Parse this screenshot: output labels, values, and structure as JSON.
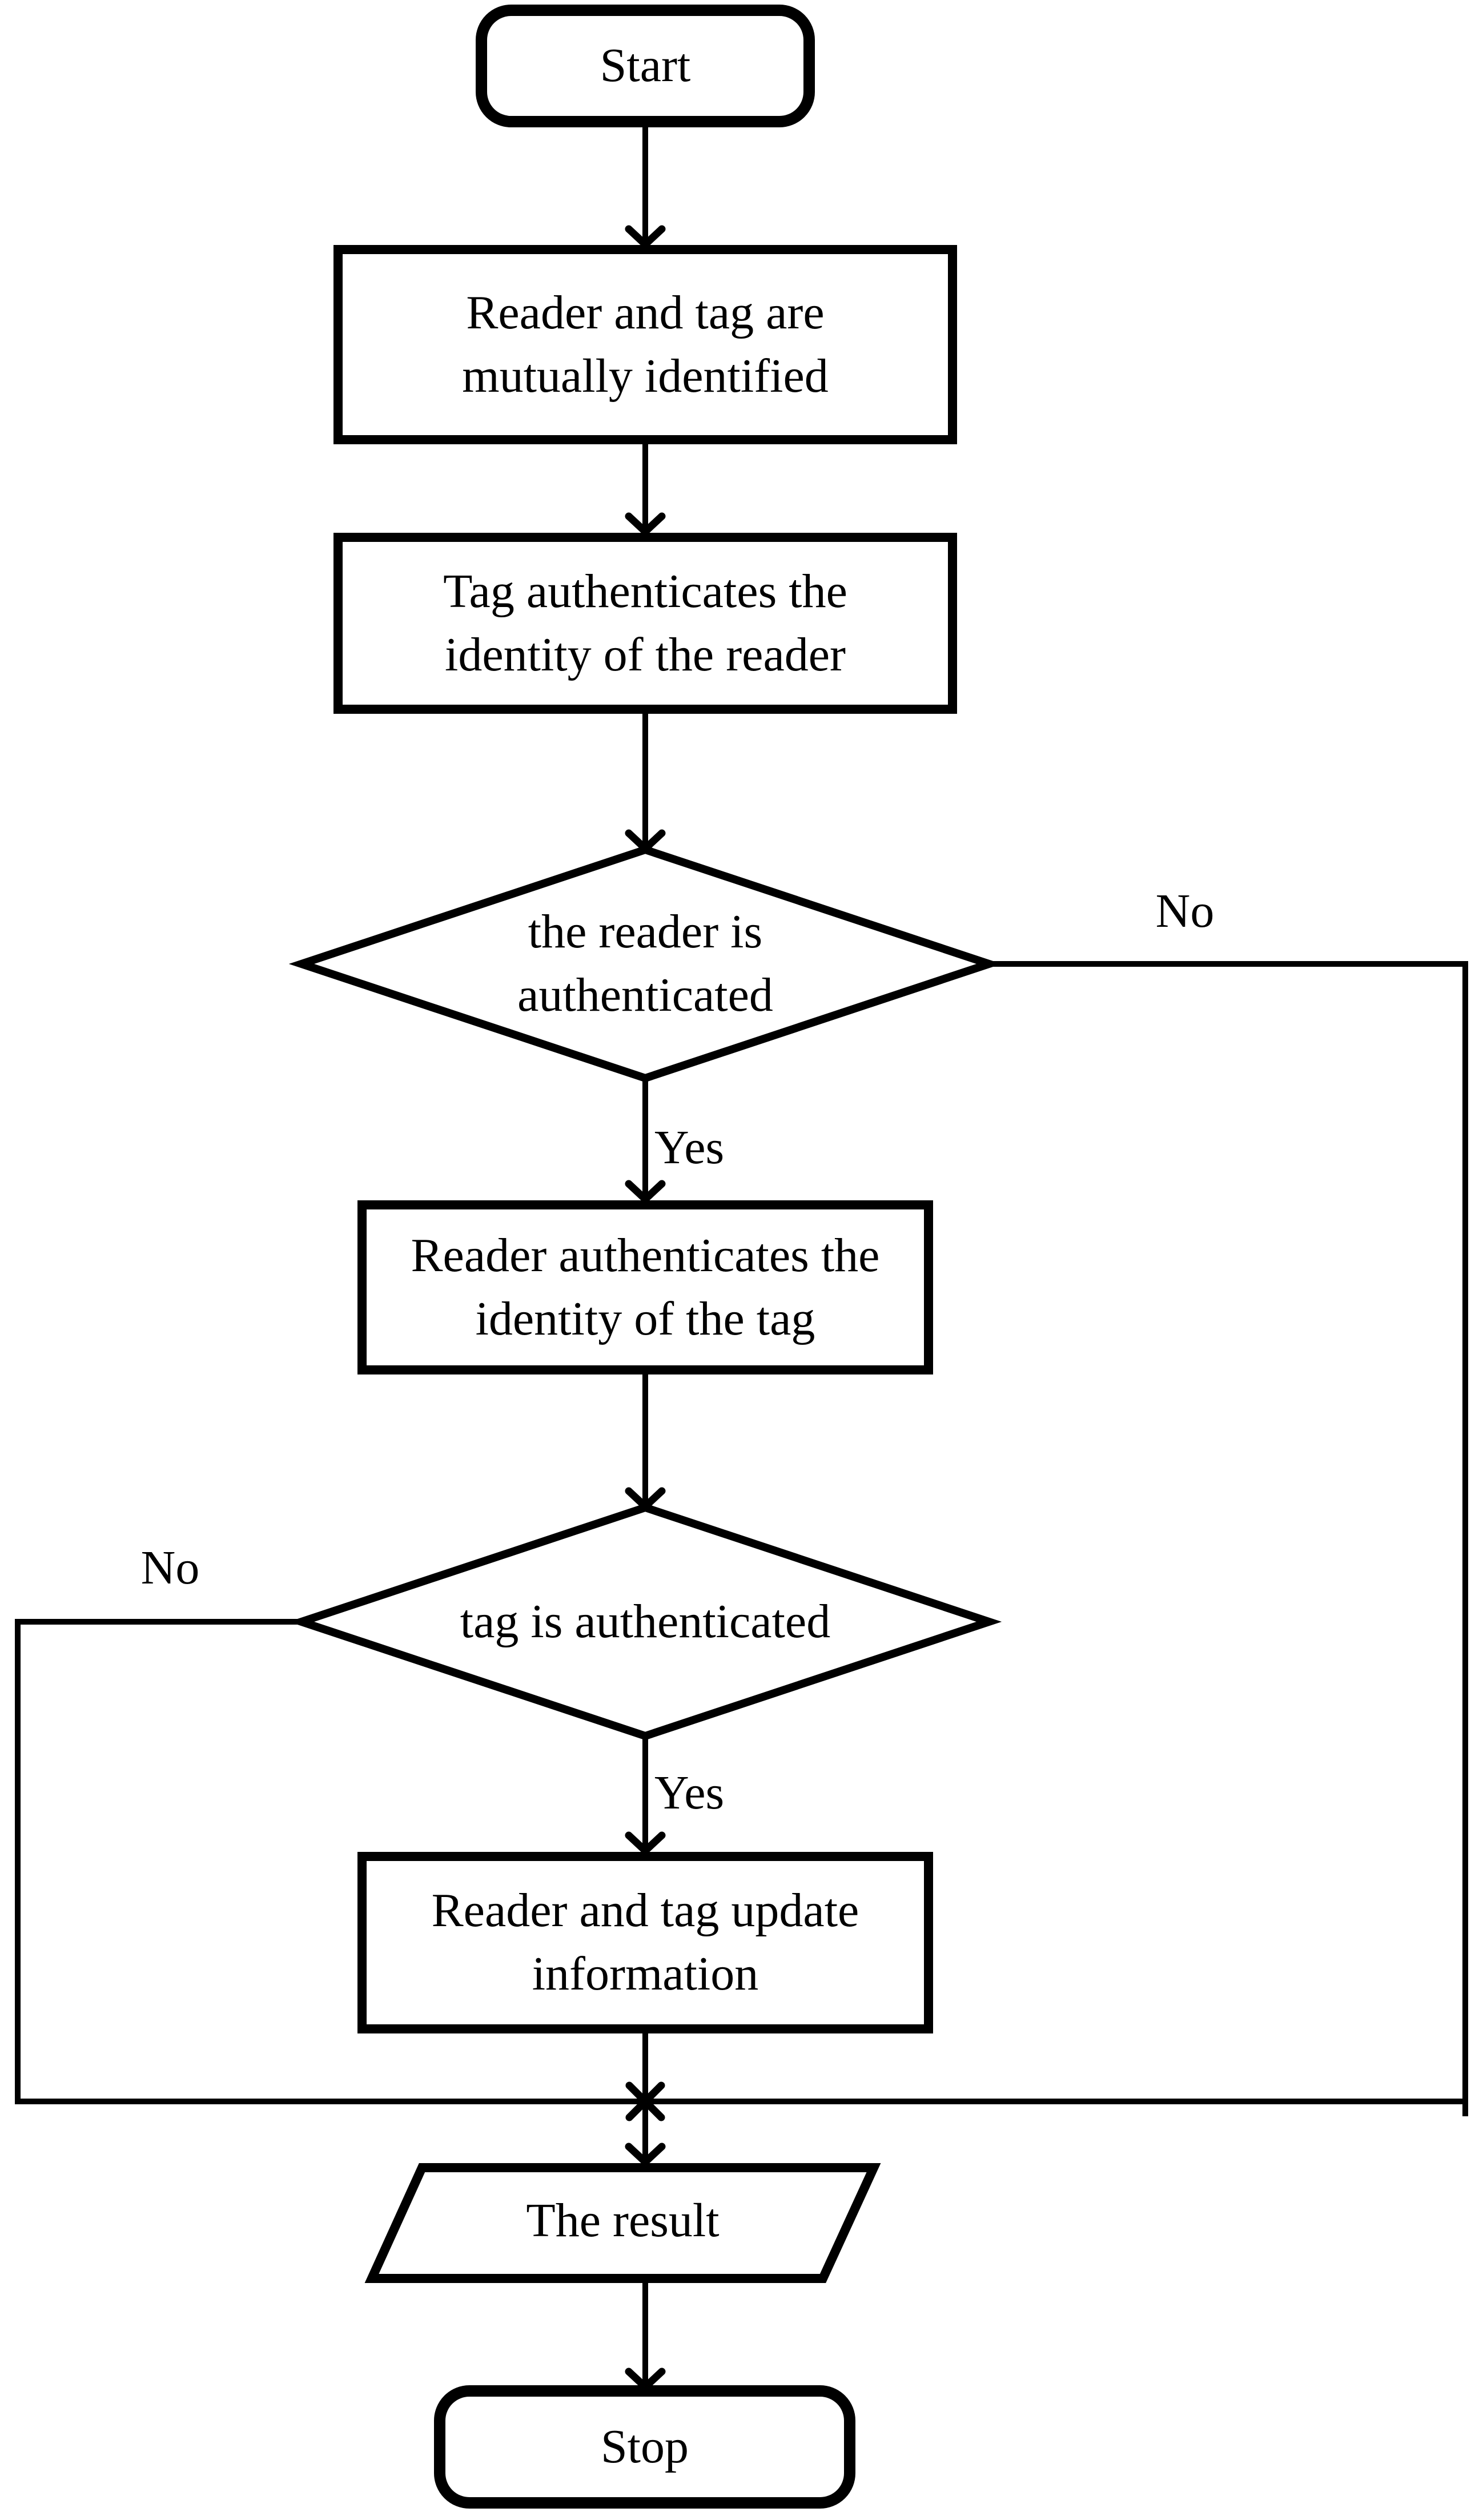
{
  "diagram": {
    "type": "flowchart",
    "background": "#ffffff",
    "stroke_color": "#000000",
    "fill_color": "#ffffff",
    "text_color": "#000000",
    "nodes": {
      "start": {
        "shape": "terminator",
        "label": "Start"
      },
      "identify": {
        "shape": "process",
        "label": "Reader and tag are\nmutually identified"
      },
      "tag_authenticates": {
        "shape": "process",
        "label": "Tag authenticates the\nidentity of the reader"
      },
      "reader_authenticated": {
        "shape": "decision",
        "label": "the reader is\nauthenticated"
      },
      "reader_authenticates": {
        "shape": "process",
        "label": "Reader authenticates the\nidentity of the tag"
      },
      "tag_authenticated": {
        "shape": "decision",
        "label": "tag is authenticated"
      },
      "update_information": {
        "shape": "process",
        "label": "Reader and tag update\ninformation"
      },
      "result": {
        "shape": "data",
        "label": "The result"
      },
      "stop": {
        "shape": "terminator",
        "label": "Stop"
      }
    },
    "edges": [
      {
        "from": "start",
        "to": "identify",
        "label": ""
      },
      {
        "from": "identify",
        "to": "tag_authenticates",
        "label": ""
      },
      {
        "from": "tag_authenticates",
        "to": "reader_authenticated",
        "label": ""
      },
      {
        "from": "reader_authenticated",
        "to": "reader_authenticates",
        "label": "Yes"
      },
      {
        "from": "reader_authenticated",
        "to": "result",
        "label": "No"
      },
      {
        "from": "reader_authenticates",
        "to": "tag_authenticated",
        "label": ""
      },
      {
        "from": "tag_authenticated",
        "to": "update_information",
        "label": "Yes"
      },
      {
        "from": "tag_authenticated",
        "to": "result",
        "label": "No"
      },
      {
        "from": "update_information",
        "to": "result",
        "label": ""
      },
      {
        "from": "result",
        "to": "stop",
        "label": ""
      }
    ]
  }
}
